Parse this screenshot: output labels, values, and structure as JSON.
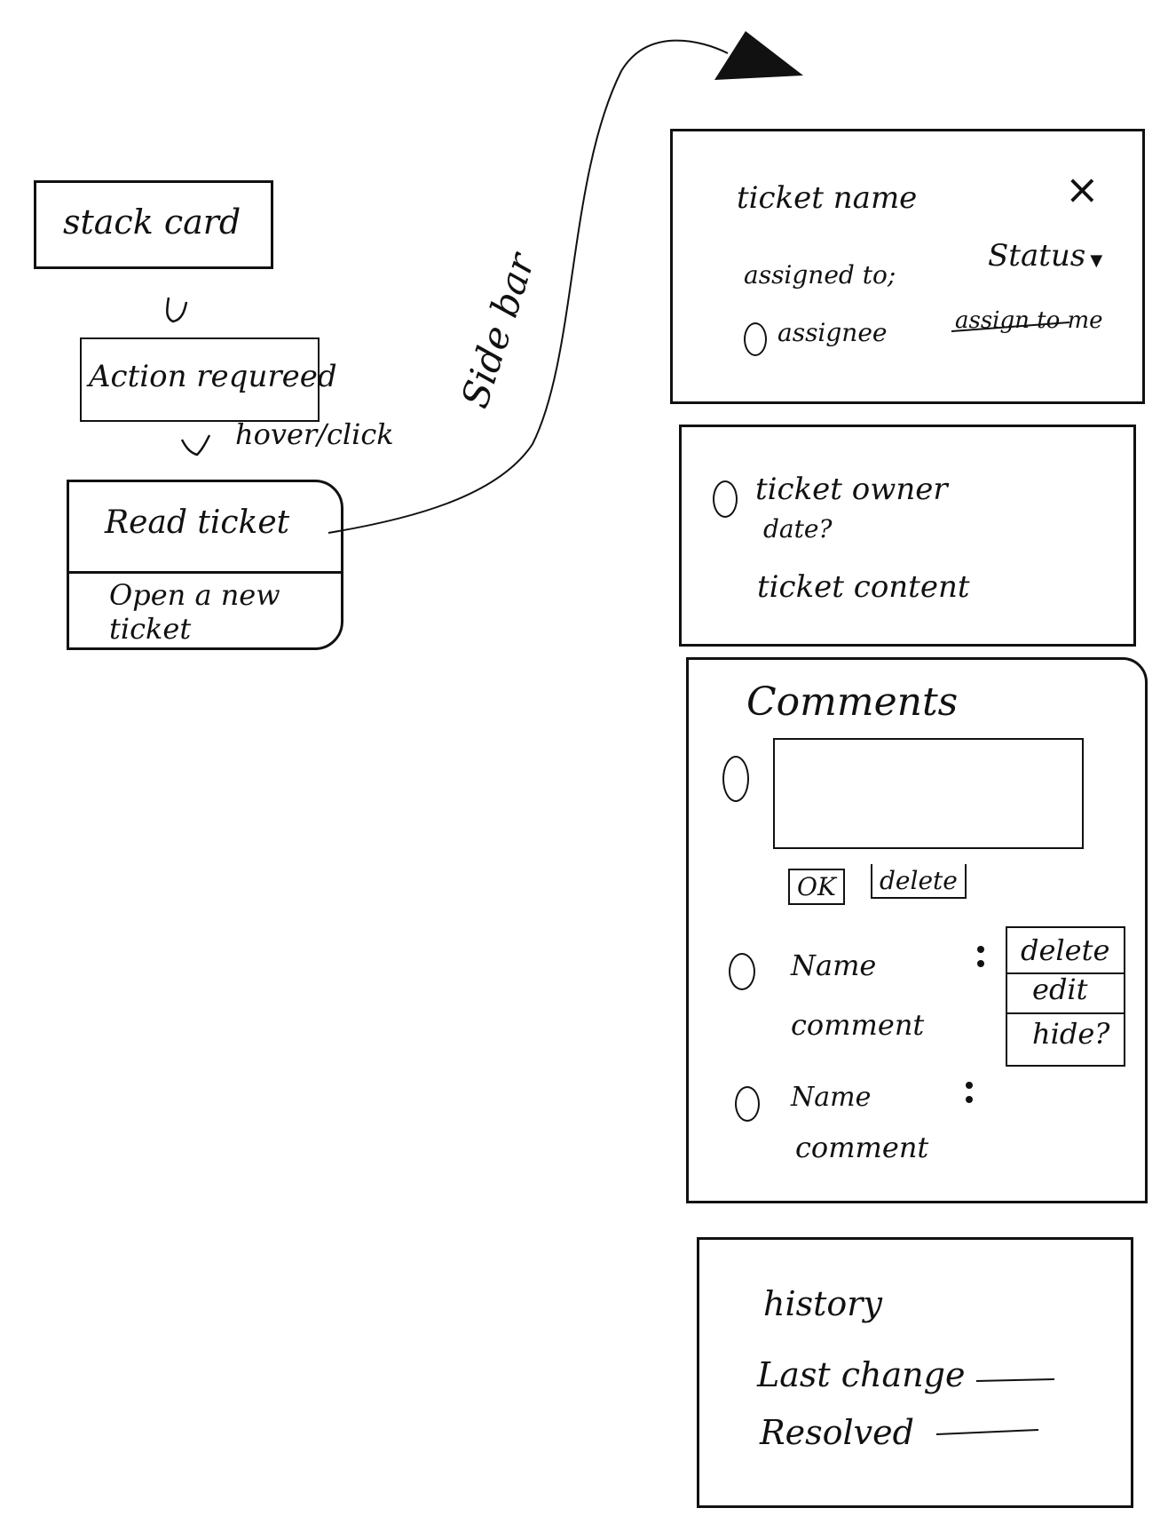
{
  "flow": {
    "stack_card": "stack card",
    "action_required": "Action requreed",
    "hover_click": "hover/click",
    "read_ticket": "Read ticket",
    "open_new_ticket": "Open a new ticket",
    "sidebar_label": "Side bar"
  },
  "sidebar": {
    "header": {
      "ticket_name": "ticket name",
      "close": "×",
      "status": "Status",
      "status_caret": "▼",
      "assigned_to": "assigned to;",
      "assignee": "assignee",
      "assign_to_me": "assign to me"
    },
    "ticket": {
      "owner": "ticket owner",
      "date": "date?",
      "content": "ticket content"
    },
    "comments": {
      "title": "Comments",
      "ok": "OK",
      "delete": "delete",
      "items": [
        {
          "name": "Name",
          "comment": "comment"
        },
        {
          "name": "Name",
          "comment": "comment"
        }
      ],
      "menu": {
        "delete": "delete",
        "edit": "edit",
        "hide": "hide?"
      }
    },
    "history": {
      "title": "history",
      "last_change": "Last change",
      "resolved": "Resolved"
    }
  }
}
